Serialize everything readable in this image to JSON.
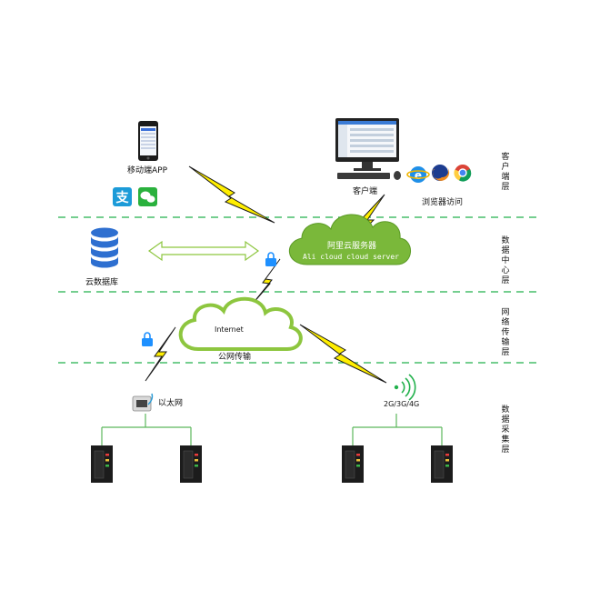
{
  "labels": {
    "mobile_app": "移动端APP",
    "client": "客户端",
    "browser_access": "浏览器访问",
    "cloud_server_cn": "阿里云服务器",
    "cloud_server_en": "Ali cloud  cloud server",
    "database": "云数据库",
    "internet": "Internet",
    "public_network": "公网传输",
    "ethernet": "以太网",
    "cellular": "2G/3G/4G"
  },
  "layers": {
    "client": "客户端层",
    "data_center": "数据中心层",
    "network": "网络传输层",
    "collection": "数据采集层"
  },
  "colors": {
    "dash_line": "#22b14c",
    "cloud_fill": "#ffffff",
    "cloud_stroke": "#8dc63f",
    "cloud_label_fill": "#7ab83a",
    "bolt": "#ffee00",
    "lock": "#1e90ff",
    "cabinet": "#1c1c1c",
    "tree_line": "#5cb85c"
  }
}
